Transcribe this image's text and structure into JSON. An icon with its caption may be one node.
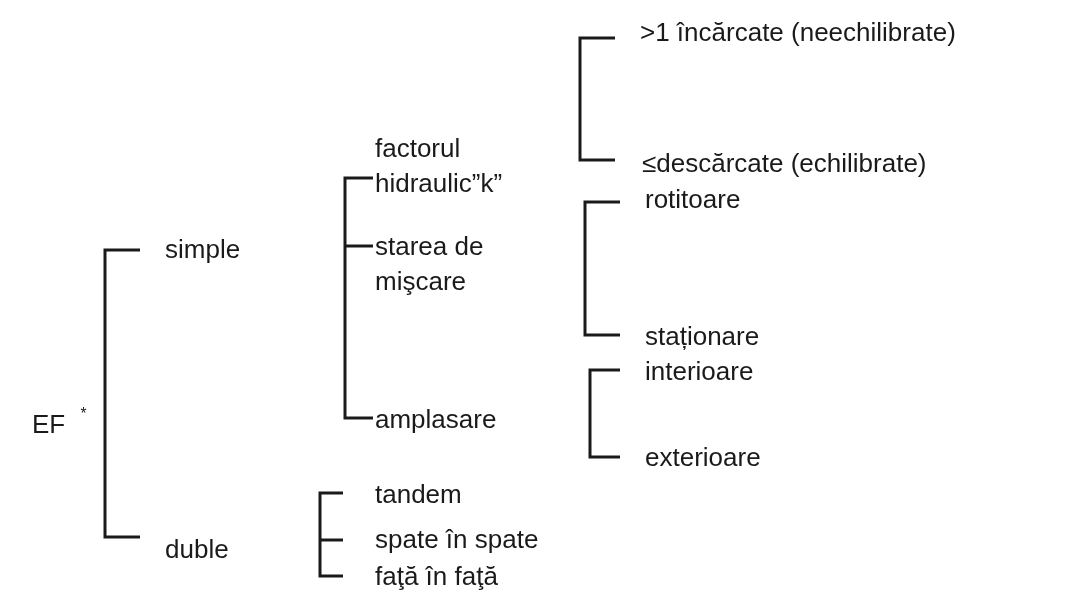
{
  "diagram": {
    "nodes": [
      {
        "text": [
          "EF $^{*}$"
        ]
      },
      {
        "text": [
          "simple"
        ]
      },
      {
        "text": [
          "factorul hidraulic”k”"
        ]
      },
      {
        "text": [
          ">1 încărcate (neechilibrate)"
        ]
      },
      {
        "text": [
          "≤descărcate (echilibrate)"
        ]
      },
      {
        "text": [
          "starea de mişcare"
        ]
      },
      {
        "text": [
          "rotitoare"
        ]
      },
      {
        "text": [
          "staționare"
        ]
      },
      {
        "text": [
          "amplasare"
        ]
      },
      {
        "text": [
          "interioare"
        ]
      },
      {
        "text": [
          "exterioare"
        ]
      },
      {
        "text": [
          "duble"
        ]
      },
      {
        "text": [
          "tandem"
        ]
      },
      {
        "text": [
          "spate în spate"
        ]
      },
      {
        "text": [
          "faţă în faţă"
        ]
      }
    ]
  }
}
